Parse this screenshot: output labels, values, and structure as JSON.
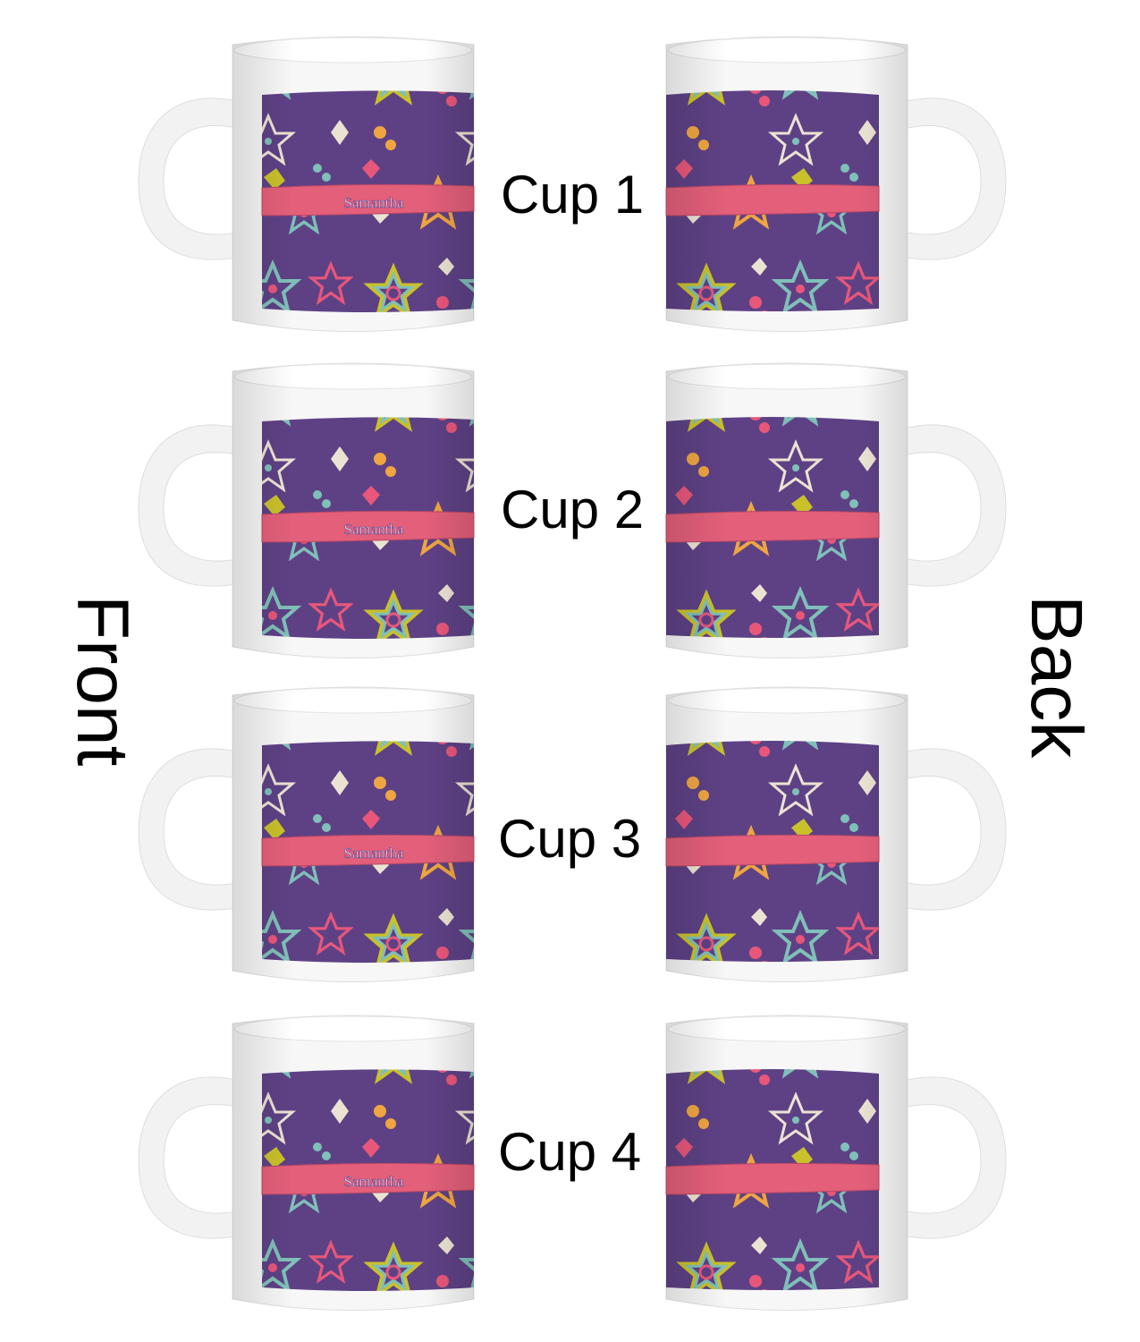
{
  "side_labels": {
    "front": "Front",
    "back": "Back"
  },
  "cups": [
    {
      "label": "Cup 1",
      "name": "Samantha"
    },
    {
      "label": "Cup 2",
      "name": "Samantha"
    },
    {
      "label": "Cup 3",
      "name": "Samantha"
    },
    {
      "label": "Cup 4",
      "name": "Samantha"
    }
  ],
  "colors": {
    "background": "#5e4185",
    "band": "#e35f7a",
    "pink": "#e8577a",
    "teal": "#7fc0b8",
    "yellow": "#c9c12a",
    "orange": "#efa541",
    "cream": "#ebe3d2"
  }
}
